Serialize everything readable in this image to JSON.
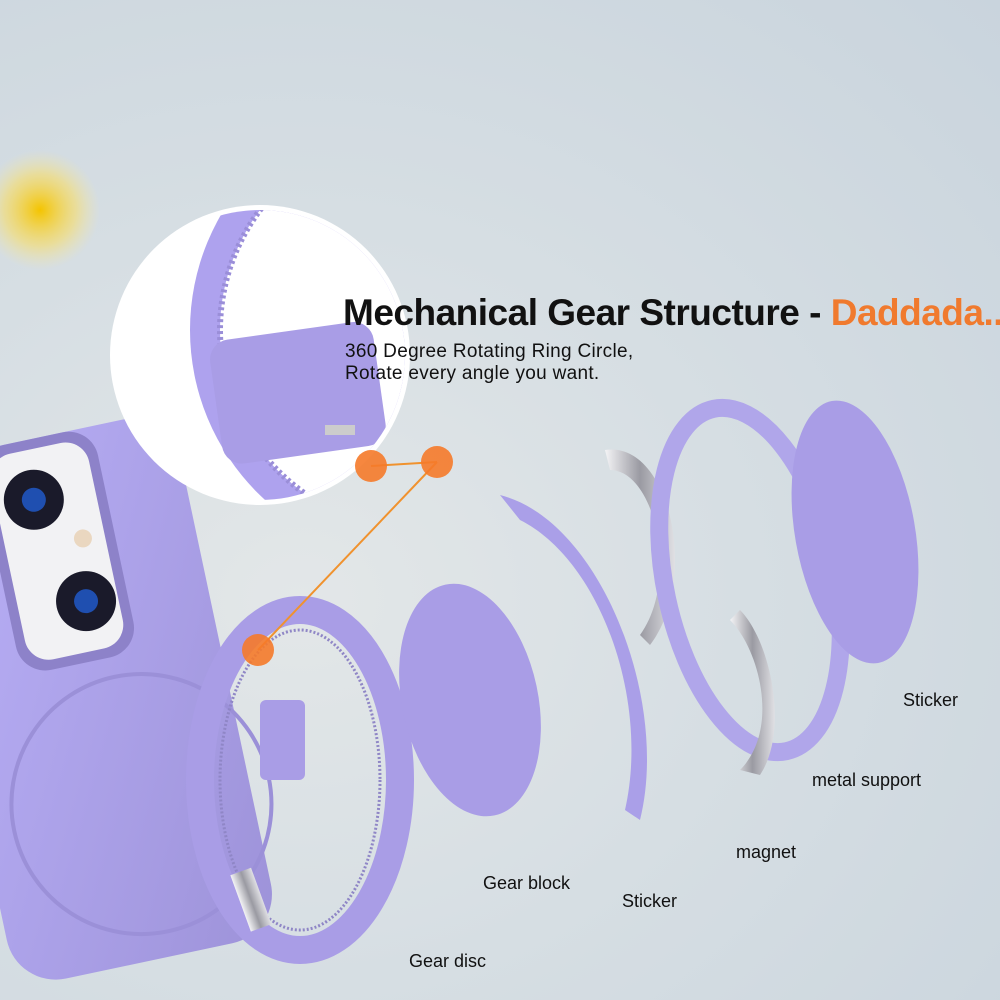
{
  "headline": {
    "main": "Mechanical Gear Structure - ",
    "accent": "Daddada...."
  },
  "subtitle": {
    "line1": "360 Degree Rotating Ring Circle,",
    "line2": "Rotate every angle you want."
  },
  "labels": {
    "sticker_top": "Sticker",
    "metal_support": "metal support",
    "magnet": "magnet",
    "gear_block": "Gear block",
    "sticker_bottom": "Sticker",
    "gear_disc": "Gear disc"
  },
  "colors": {
    "accent": "#f07a2e",
    "lavender": "#a99de6",
    "background": "#d6dee3"
  }
}
